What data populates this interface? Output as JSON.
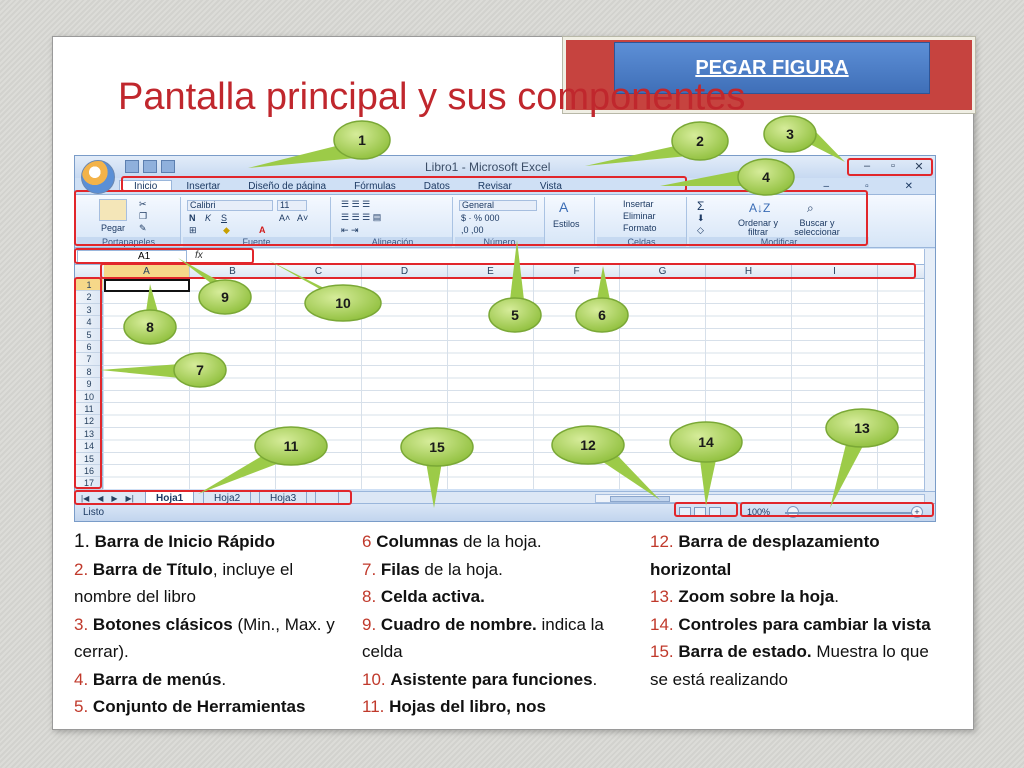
{
  "header": {
    "pegar_figura": "PEGAR FIGURA",
    "title": "Pantalla principal y sus componentes"
  },
  "excel": {
    "window_title": "Libro1 - Microsoft Excel",
    "window_buttons": [
      "–",
      "▫",
      "✕"
    ],
    "menus": [
      "Inicio",
      "Insertar",
      "Diseño de página",
      "Fórmulas",
      "Datos",
      "Revisar",
      "Vista"
    ],
    "ribbon": {
      "pegar": "Pegar",
      "portapapeles": "Portapapeles",
      "font_name": "Calibri",
      "font_size": "11",
      "fuente": "Fuente",
      "alineacion": "Alineación",
      "format_general": "General",
      "numero": "Número",
      "estilos": "Estilos",
      "insertar": "Insertar",
      "eliminar": "Eliminar",
      "formato": "Formato",
      "celdas": "Celdas",
      "ordenar": "Ordenar y filtrar",
      "buscar": "Buscar y seleccionar",
      "modificar": "Modificar"
    },
    "name_box": "A1",
    "fx": "fx",
    "columns": [
      "A",
      "B",
      "C",
      "D",
      "E",
      "F",
      "G",
      "H",
      "I"
    ],
    "rows": [
      "1",
      "2",
      "3",
      "4",
      "5",
      "6",
      "7",
      "8",
      "9",
      "10",
      "11",
      "12",
      "13",
      "14",
      "15",
      "16",
      "17"
    ],
    "sheets": [
      "Hoja1",
      "Hoja2",
      "Hoja3"
    ],
    "status": "Listo",
    "zoom": "100%"
  },
  "callouts": [
    "1",
    "2",
    "3",
    "4",
    "5",
    "6",
    "7",
    "8",
    "9",
    "10",
    "11",
    "12",
    "13",
    "14",
    "15"
  ],
  "legend": {
    "col1": [
      {
        "num": "1.",
        "bold": "Barra de Inicio Rápido",
        "rest": ""
      },
      {
        "num": "2.",
        "bold": "Barra de Título",
        "rest": ", incluye el nombre del libro"
      },
      {
        "num": "3.",
        "bold": "Botones clásicos",
        "rest": " (Min., Max. y cerrar)."
      },
      {
        "num": "4.",
        "bold": "Barra de menús",
        "rest": "."
      },
      {
        "num": "5.",
        "bold": "Conjunto de Herramientas",
        "rest": ""
      }
    ],
    "col2": [
      {
        "num": "6",
        "bold": "Columnas",
        "rest": " de la hoja."
      },
      {
        "num": "7.",
        "bold": "Filas",
        "rest": " de la hoja."
      },
      {
        "num": "8.",
        "bold": "Celda activa.",
        "rest": ""
      },
      {
        "num": "9.",
        "bold": "Cuadro de nombre.",
        "rest": " indica la celda"
      },
      {
        "num": "10.",
        "bold": "Asistente para funciones",
        "rest": "."
      },
      {
        "num": "11.",
        "bold": "Hojas del libro, nos",
        "rest": ""
      }
    ],
    "col3": [
      {
        "num": "12.",
        "bold": "Barra de desplazamiento horizontal",
        "rest": ""
      },
      {
        "num": "13.",
        "bold": "Zoom sobre la hoja",
        "rest": "."
      },
      {
        "num": "14.",
        "bold": "Controles para cambiar la vista",
        "rest": ""
      },
      {
        "num": "15.",
        "bold": "Barra de estado.",
        "rest": " Muestra lo que se está realizando"
      }
    ]
  }
}
